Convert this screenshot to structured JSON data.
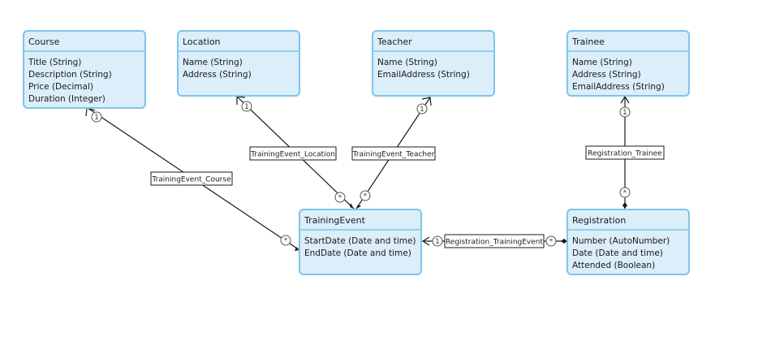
{
  "entities": [
    {
      "id": "course",
      "title": "Course",
      "attributes": [
        "Title (String)",
        "Description (String)",
        "Price (Decimal)",
        "Duration (Integer)"
      ]
    },
    {
      "id": "location",
      "title": "Location",
      "attributes": [
        "Name (String)",
        "Address (String)"
      ]
    },
    {
      "id": "teacher",
      "title": "Teacher",
      "attributes": [
        "Name (String)",
        "EmailAddress (String)"
      ]
    },
    {
      "id": "trainee",
      "title": "Trainee",
      "attributes": [
        "Name (String)",
        "Address (String)",
        "EmailAddress (String)"
      ]
    },
    {
      "id": "trainingevent",
      "title": "TrainingEvent",
      "attributes": [
        "StartDate (Date and time)",
        "EndDate (Date and time)"
      ]
    },
    {
      "id": "registration",
      "title": "Registration",
      "attributes": [
        "Number (AutoNumber)",
        "Date (Date and time)",
        "Attended (Boolean)"
      ]
    }
  ],
  "relations": [
    {
      "id": "te_course",
      "label": "TrainingEvent_Course",
      "from": "trainingevent",
      "to": "course",
      "from_mult": "*",
      "to_mult": "1"
    },
    {
      "id": "te_location",
      "label": "TrainingEvent_Location",
      "from": "trainingevent",
      "to": "location",
      "from_mult": "*",
      "to_mult": "1"
    },
    {
      "id": "te_teacher",
      "label": "TrainingEvent_Teacher",
      "from": "trainingevent",
      "to": "teacher",
      "from_mult": "*",
      "to_mult": "1"
    },
    {
      "id": "reg_trainee",
      "label": "Registration_Trainee",
      "from": "registration",
      "to": "trainee",
      "from_mult": "*",
      "to_mult": "1"
    },
    {
      "id": "reg_te",
      "label": "Registration_TrainingEvent",
      "from": "registration",
      "to": "trainingevent",
      "from_mult": "*",
      "to_mult": "1"
    }
  ]
}
